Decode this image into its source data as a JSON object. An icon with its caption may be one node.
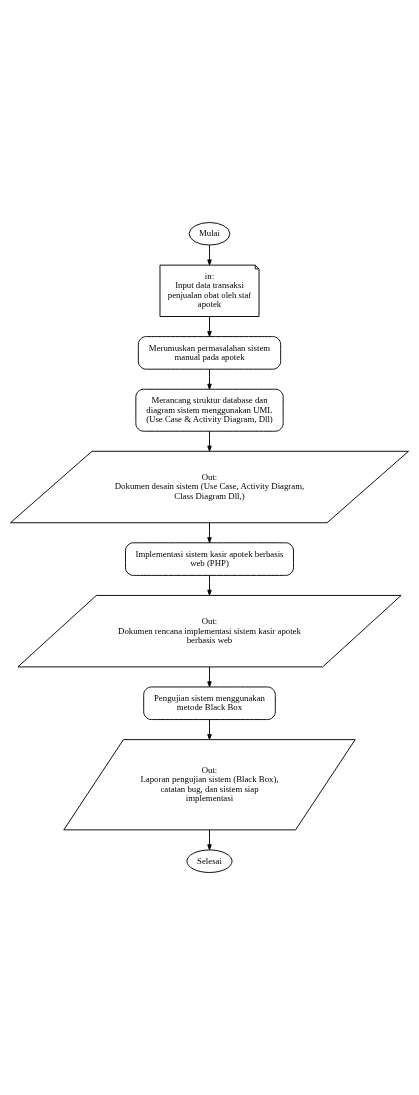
{
  "diagram": {
    "nodes": [
      {
        "text": [
          "Mulai"
        ]
      },
      {
        "text": [
          "in:",
          "Input data transaksi penjualan obat oleh staf apotek"
        ]
      },
      {
        "text": [
          "Merumuskan permasalahan sistem manual pada apotek"
        ]
      },
      {
        "text": [
          "Merancang struktur database dan diagram sistem menggunakan UML (Use Case & Activity Diagram, Dll)"
        ]
      },
      {
        "text": [
          "Out:",
          "Dokumen desain sistem (Use Case, Activity Diagram, Class Diagram Dll,)"
        ]
      },
      {
        "text": [
          "Implementasi sistem kasir apotek berbasis web (PHP)"
        ]
      },
      {
        "text": [
          "Out:",
          "Dokumen rencana implementasi sistem kasir apotek berbasis web"
        ]
      },
      {
        "text": [
          "Pengujian sistem menggunakan metode Black Box"
        ]
      },
      {
        "text": [
          "Out:",
          "Laporan pengujian sistem (Black Box), catatan bug, dan sistem siap implementasi"
        ]
      },
      {
        "text": [
          "Selesai"
        ]
      }
    ],
    "edges": [
      {
        "from": 0,
        "to": 1,
        "arrow": "to"
      },
      {
        "from": 1,
        "to": 2,
        "arrow": "to"
      },
      {
        "from": 2,
        "to": 3,
        "arrow": "to"
      },
      {
        "from": 3,
        "to": 4,
        "arrow": "to"
      },
      {
        "from": 4,
        "to": 5,
        "arrow": "to"
      },
      {
        "from": 5,
        "to": 6,
        "arrow": "to"
      },
      {
        "from": 6,
        "to": 7,
        "arrow": "to"
      },
      {
        "from": 7,
        "to": 8,
        "arrow": "to"
      },
      {
        "from": 8,
        "to": 9,
        "arrow": "to"
      }
    ]
  }
}
